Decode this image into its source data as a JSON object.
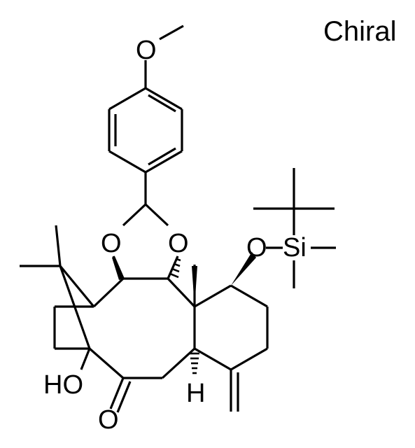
{
  "chiral_label": "Chiral",
  "atoms": {
    "o_methoxy": "O",
    "o_acetal_left": "O",
    "o_acetal_right": "O",
    "o_silyl": "O",
    "si": "Si",
    "ho": "HO",
    "o_ketone": "O",
    "h_stereo": "H"
  }
}
